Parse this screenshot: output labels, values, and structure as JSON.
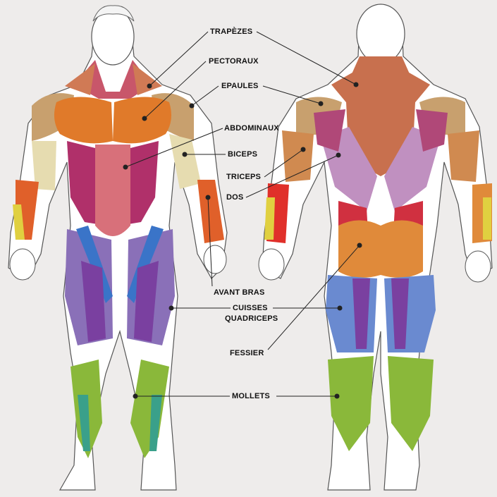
{
  "labels": {
    "trapezes": "TRAPÈZES",
    "pectoraux": "PECTORAUX",
    "epaules": "EPAULES",
    "abdominaux": "ABDOMINAUX",
    "biceps": "BICEPS",
    "triceps": "TRICEPS",
    "dos": "DOS",
    "avant_bras": "AVANT BRAS",
    "cuisses": "CUISSES",
    "quadriceps": "QUADRICEPS",
    "fessier": "FESSIER",
    "mollets": "MOLLETS"
  },
  "colors": {
    "background": "#eeeceb",
    "skin": "#ffffff",
    "trapezes": "#c8704e",
    "pectoraux": "#e07a2a",
    "epaules": "#c8a06e",
    "abdominaux": "#d8707a",
    "obliques": "#b0306a",
    "biceps": "#e6dcb0",
    "avant_bras": "#e0602a",
    "quadriceps": "#8a70b8",
    "sartorius": "#3a74c8",
    "fessier": "#e08a3a",
    "ischios": "#6a8ad0",
    "mollets": "#8ab83a",
    "dos": "#c090c0"
  },
  "figures": [
    "front-view",
    "back-view"
  ]
}
